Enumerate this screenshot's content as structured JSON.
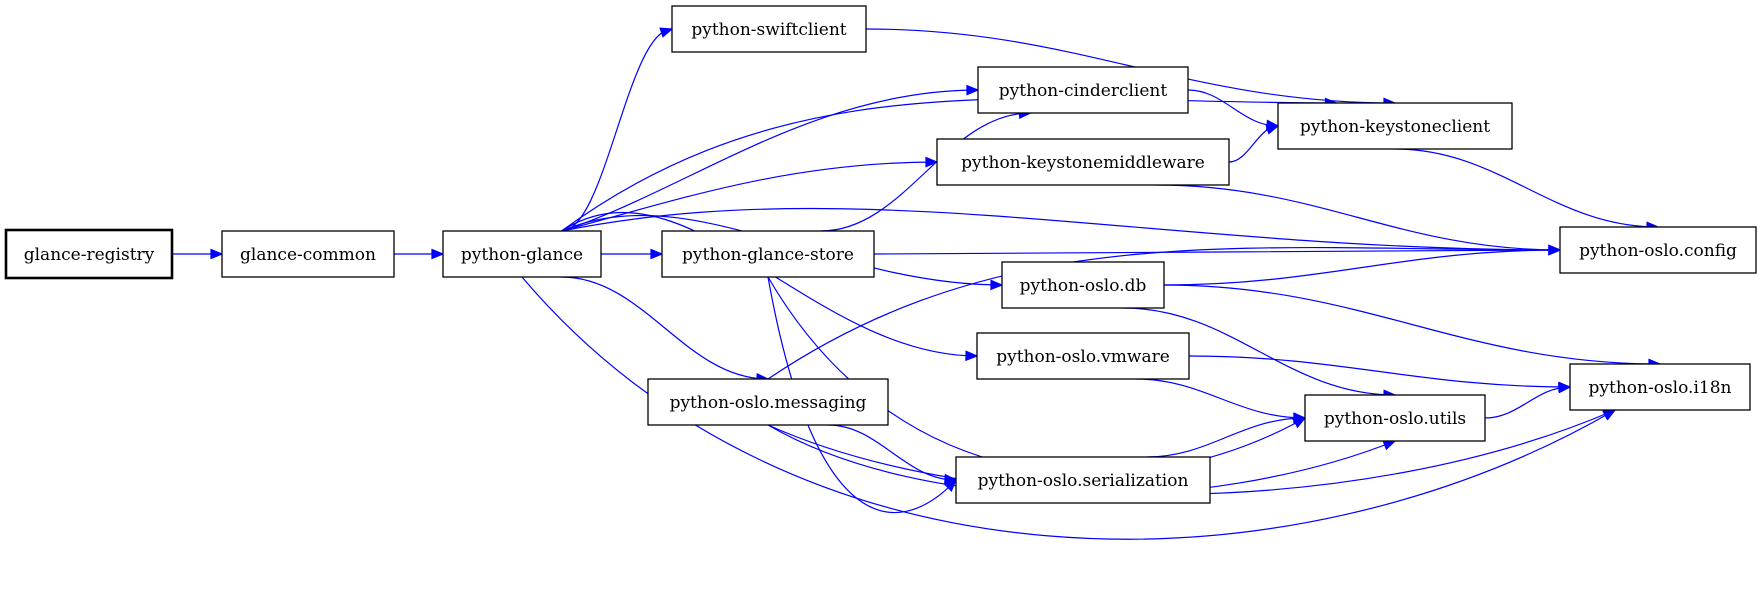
{
  "edge_color": "#0000ff",
  "node_stroke": "#000000",
  "background": "#ffffff",
  "nodes": [
    {
      "id": "glance-registry",
      "label": "glance-registry",
      "root": true
    },
    {
      "id": "glance-common",
      "label": "glance-common"
    },
    {
      "id": "python-glance",
      "label": "python-glance"
    },
    {
      "id": "python-swiftclient",
      "label": "python-swiftclient"
    },
    {
      "id": "python-glance-store",
      "label": "python-glance-store"
    },
    {
      "id": "python-oslo-messaging",
      "label": "python-oslo.messaging"
    },
    {
      "id": "python-cinderclient",
      "label": "python-cinderclient"
    },
    {
      "id": "python-keystonemiddleware",
      "label": "python-keystonemiddleware"
    },
    {
      "id": "python-oslo-db",
      "label": "python-oslo.db"
    },
    {
      "id": "python-oslo-vmware",
      "label": "python-oslo.vmware"
    },
    {
      "id": "python-oslo-serialization",
      "label": "python-oslo.serialization"
    },
    {
      "id": "python-keystoneclient",
      "label": "python-keystoneclient"
    },
    {
      "id": "python-oslo-utils",
      "label": "python-oslo.utils"
    },
    {
      "id": "python-oslo-config",
      "label": "python-oslo.config"
    },
    {
      "id": "python-oslo-i18n",
      "label": "python-oslo.i18n"
    }
  ],
  "edges": [
    {
      "from": "glance-registry",
      "to": "glance-common"
    },
    {
      "from": "glance-common",
      "to": "python-glance"
    },
    {
      "from": "python-glance",
      "to": "python-swiftclient"
    },
    {
      "from": "python-glance",
      "to": "python-glance-store"
    },
    {
      "from": "python-glance",
      "to": "python-oslo-messaging"
    },
    {
      "from": "python-glance",
      "to": "python-cinderclient"
    },
    {
      "from": "python-glance",
      "to": "python-keystonemiddleware"
    },
    {
      "from": "python-glance",
      "to": "python-keystoneclient"
    },
    {
      "from": "python-glance",
      "to": "python-oslo-config"
    },
    {
      "from": "python-glance",
      "to": "python-oslo-db"
    },
    {
      "from": "python-glance",
      "to": "python-oslo-vmware"
    },
    {
      "from": "python-glance",
      "to": "python-oslo-i18n"
    },
    {
      "from": "python-swiftclient",
      "to": "python-keystoneclient"
    },
    {
      "from": "python-glance-store",
      "to": "python-cinderclient"
    },
    {
      "from": "python-glance-store",
      "to": "python-oslo-config"
    },
    {
      "from": "python-glance-store",
      "to": "python-oslo-serialization"
    },
    {
      "from": "python-glance-store",
      "to": "python-oslo-utils"
    },
    {
      "from": "python-oslo-messaging",
      "to": "python-oslo-config"
    },
    {
      "from": "python-oslo-messaging",
      "to": "python-oslo-serialization"
    },
    {
      "from": "python-oslo-messaging",
      "to": "python-oslo-utils"
    },
    {
      "from": "python-oslo-messaging",
      "to": "python-oslo-i18n"
    },
    {
      "from": "python-cinderclient",
      "to": "python-keystoneclient"
    },
    {
      "from": "python-keystonemiddleware",
      "to": "python-keystoneclient"
    },
    {
      "from": "python-keystonemiddleware",
      "to": "python-oslo-config"
    },
    {
      "from": "python-keystoneclient",
      "to": "python-oslo-config"
    },
    {
      "from": "python-oslo-db",
      "to": "python-oslo-config"
    },
    {
      "from": "python-oslo-db",
      "to": "python-oslo-utils"
    },
    {
      "from": "python-oslo-db",
      "to": "python-oslo-i18n"
    },
    {
      "from": "python-oslo-vmware",
      "to": "python-oslo-utils"
    },
    {
      "from": "python-oslo-vmware",
      "to": "python-oslo-i18n"
    },
    {
      "from": "python-oslo-serialization",
      "to": "python-oslo-utils"
    },
    {
      "from": "python-oslo-utils",
      "to": "python-oslo-i18n"
    }
  ]
}
